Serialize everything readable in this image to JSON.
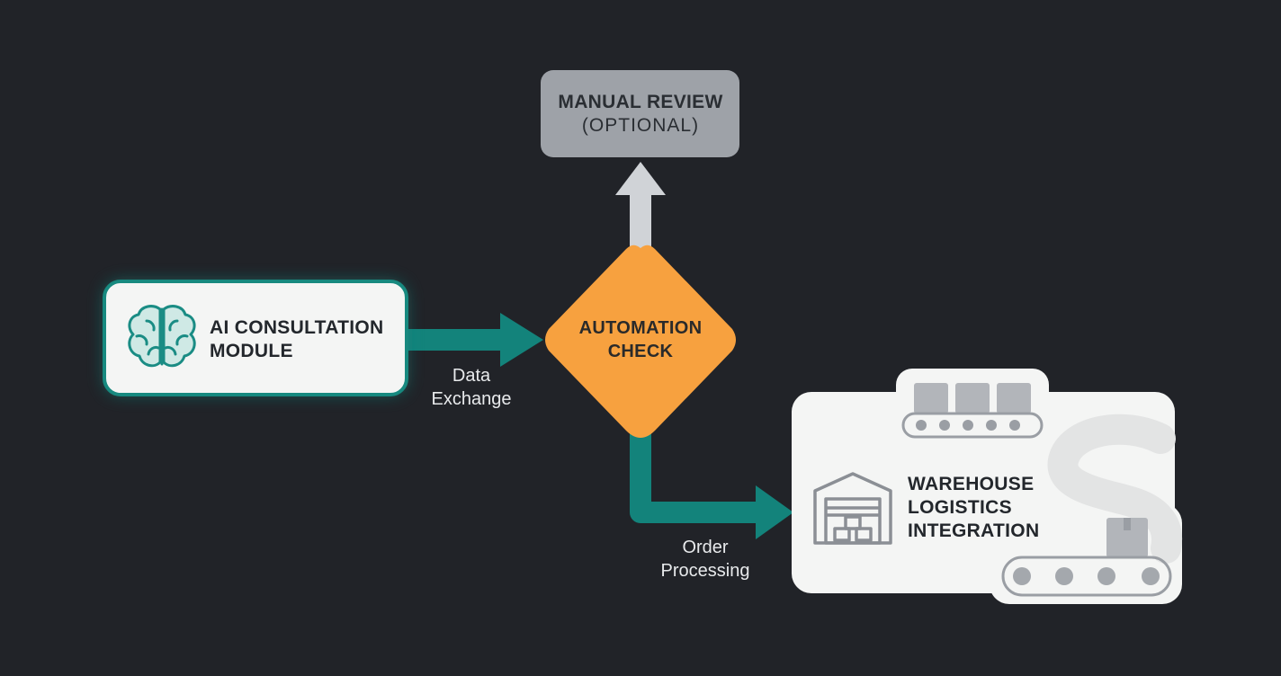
{
  "nodes": {
    "ai_module": {
      "line1": "AI CONSULTATION",
      "line2": "MODULE",
      "icon": "brain-icon"
    },
    "manual_review": {
      "line1": "MANUAL REVIEW",
      "line2": "(OPTIONAL)"
    },
    "automation_check": {
      "line1": "AUTOMATION",
      "line2": "CHECK"
    },
    "warehouse": {
      "line1": "WAREHOUSE",
      "line2": "LOGISTICS",
      "line3": "INTEGRATION",
      "icon": "warehouse-icon"
    }
  },
  "edges": {
    "data_exchange": {
      "line1": "Data",
      "line2": "Exchange"
    },
    "order_processing": {
      "line1": "Order",
      "line2": "Processing"
    }
  },
  "colors": {
    "background": "#212328",
    "teal": "#13837b",
    "orange": "#f7a13f",
    "review_box": "#9ea2a8",
    "up_arrow": "#d0d3d7",
    "card": "#f4f5f4",
    "icon_gray": "#8b8f95"
  }
}
